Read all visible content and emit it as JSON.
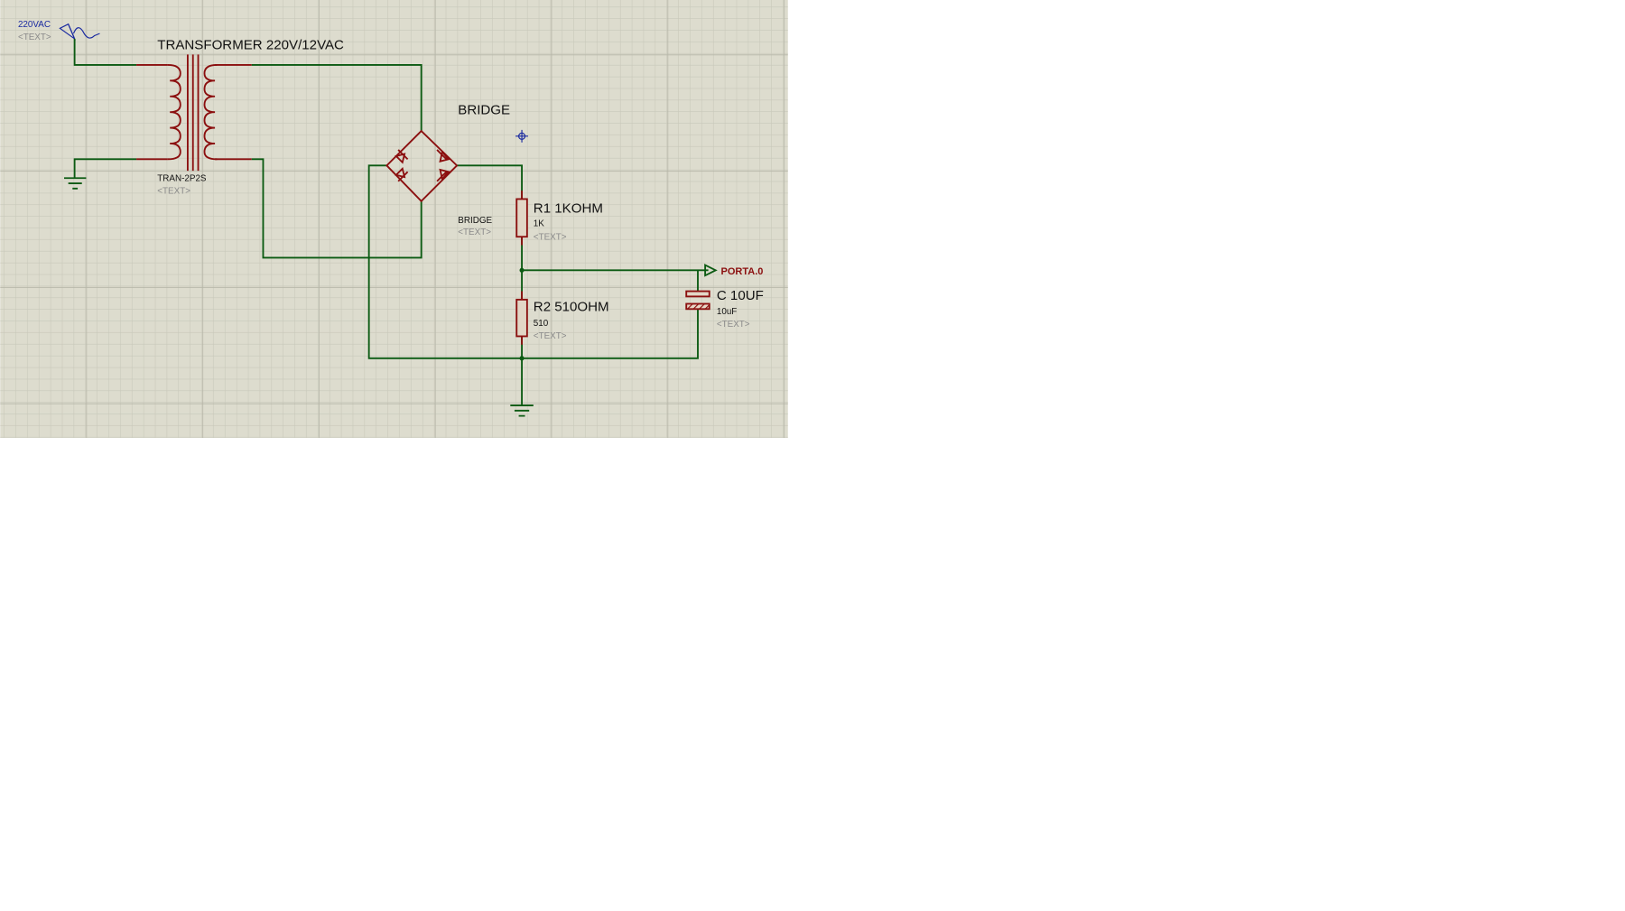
{
  "colors": {
    "background": "#dddcce",
    "grid_minor": "#c9c9bb",
    "grid_major": "#b9b9ab",
    "wire": "#0b5a12",
    "component": "#8b0f0f",
    "source": "#1a2aa0",
    "placeholder": "#8a8a8a"
  },
  "source": {
    "name": "220VAC",
    "placeholder": "<TEXT>",
    "icon": "ac-source-icon"
  },
  "transformer": {
    "title": "TRANSFORMER 220V/12VAC",
    "part": "TRAN-2P2S",
    "placeholder": "<TEXT>"
  },
  "bridge": {
    "title": "BRIDGE",
    "part": "BRIDGE",
    "placeholder": "<TEXT>"
  },
  "r1": {
    "title": "R1 1KOHM",
    "value": "1K",
    "placeholder": "<TEXT>"
  },
  "r2": {
    "title": "R2 510OHM",
    "value": "510",
    "placeholder": "<TEXT>"
  },
  "cap": {
    "title": "C 10UF",
    "value": "10uF",
    "placeholder": "<TEXT>"
  },
  "port": {
    "label": "PORTA.0"
  }
}
